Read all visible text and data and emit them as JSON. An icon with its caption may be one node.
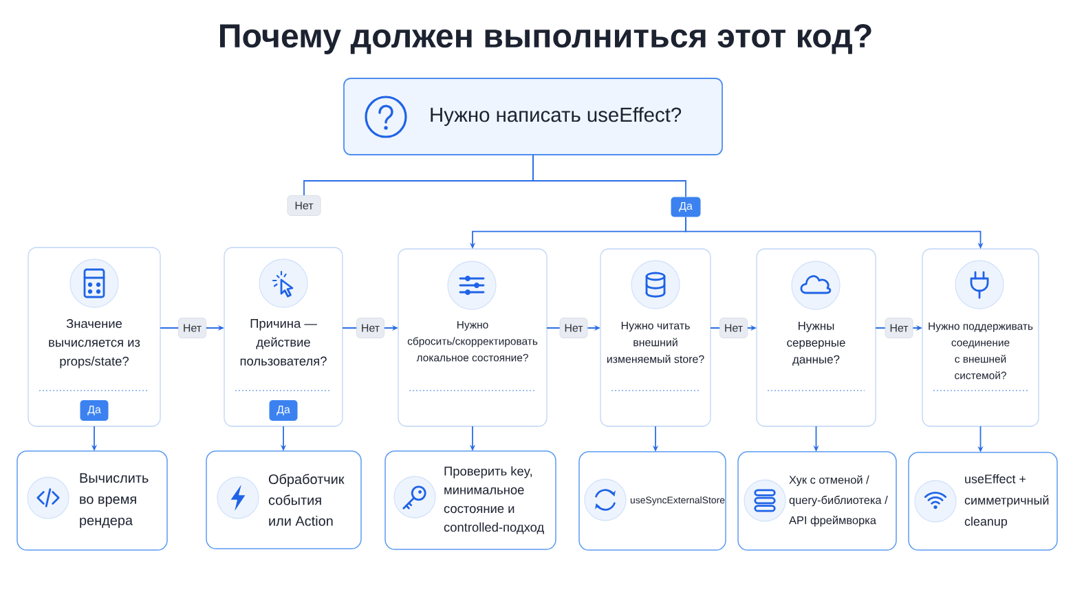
{
  "diagram": {
    "title": "Почему должен выполниться этот код?",
    "nodes": [
      {
        "text": [
          "Нужно написать useEffect?"
        ]
      },
      {
        "text": [
          "Нет"
        ]
      },
      {
        "text": [
          "Да"
        ]
      },
      {
        "text": [
          "Значение вычисляется из props/state?"
        ]
      },
      {
        "text": [
          "Да"
        ],
        "in": 3
      },
      {
        "text": [
          "Причина — действие пользователя?"
        ]
      },
      {
        "text": [
          "Да"
        ],
        "in": 5
      },
      {
        "text": [
          "Нужно сбросить/скорректировать локальное состояние?"
        ]
      },
      {
        "text": [
          "Нужно читать внешний изменяемый store?"
        ]
      },
      {
        "text": [
          "Нужны серверные данные?"
        ]
      },
      {
        "text": [
          "Нужно поддерживать соединение с внешней системой?"
        ]
      },
      {
        "text": [
          "Вычислить во время рендера"
        ]
      },
      {
        "text": [
          "Обработчик события или Action"
        ]
      },
      {
        "text": [
          "Проверить key, минимальное состояние и controlled-подход"
        ]
      },
      {
        "text": [
          "useSyncExternalStore"
        ]
      },
      {
        "text": [
          "Хук с отменой / query-библиотека / API фреймворка"
        ]
      },
      {
        "text": [
          "useEffect + симметричный cleanup"
        ]
      }
    ],
    "edges": [
      {
        "from": 0,
        "to": 1,
        "arrow": "none"
      },
      {
        "from": 0,
        "to": 2,
        "arrow": "none"
      },
      {
        "from": 2,
        "to": 7,
        "arrow": "to"
      },
      {
        "from": 2,
        "to": 10,
        "arrow": "to"
      },
      {
        "from": 3,
        "to": 5,
        "arrow": "to",
        "label": "Нет"
      },
      {
        "from": 5,
        "to": 7,
        "arrow": "to",
        "label": "Нет"
      },
      {
        "from": 7,
        "to": 8,
        "arrow": "to",
        "label": "Нет"
      },
      {
        "from": 8,
        "to": 9,
        "arrow": "to",
        "label": "Нет"
      },
      {
        "from": 9,
        "to": 10,
        "arrow": "to",
        "label": "Нет"
      },
      {
        "from": 3,
        "to": 11,
        "arrow": "to"
      },
      {
        "from": 5,
        "to": 12,
        "arrow": "to"
      },
      {
        "from": 7,
        "to": 13,
        "arrow": "to"
      },
      {
        "from": 8,
        "to": 14,
        "arrow": "to"
      },
      {
        "from": 9,
        "to": 15,
        "arrow": "to"
      },
      {
        "from": 10,
        "to": 16,
        "arrow": "to"
      }
    ]
  }
}
